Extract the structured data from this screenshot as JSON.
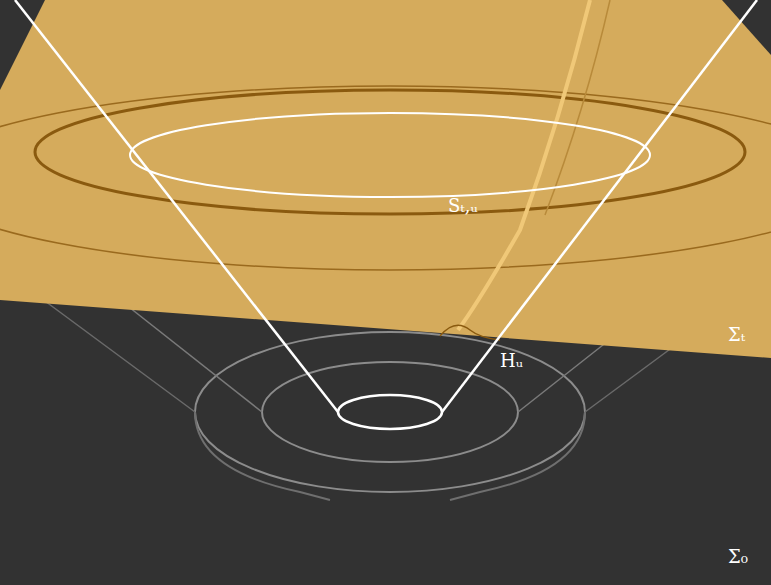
{
  "diagram": {
    "labels": [
      "Sₜ,ᵤ",
      "Σₜ",
      "Hᵤ",
      "Σ₀"
    ]
  }
}
